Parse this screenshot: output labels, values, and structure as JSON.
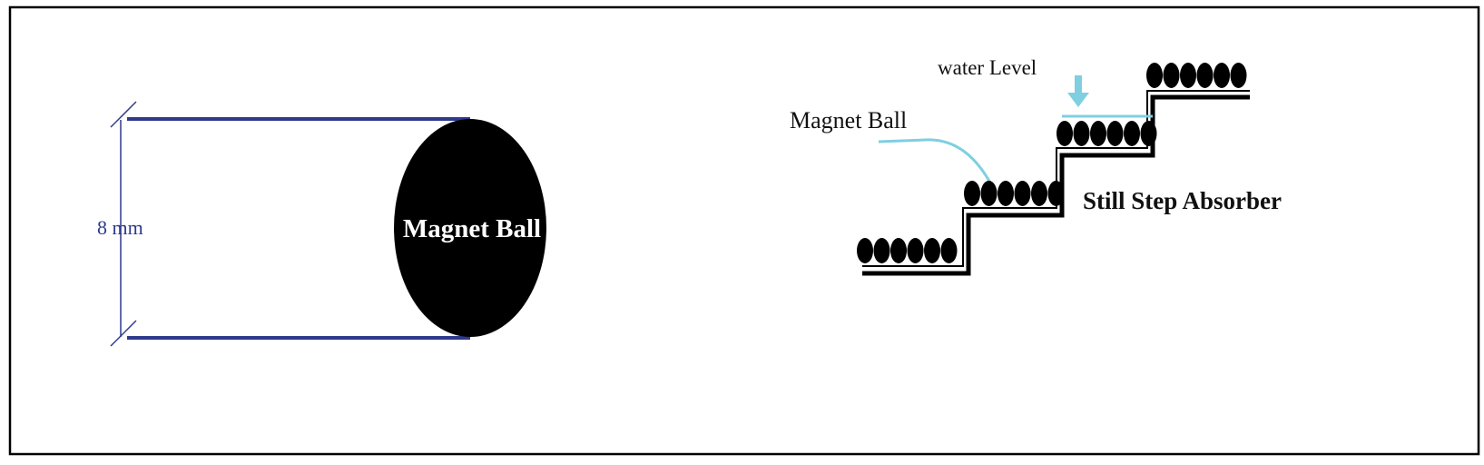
{
  "colors": {
    "dimension_line": "#2e3a8c",
    "ball": "#000000",
    "ball_text": "#ffffff",
    "water": "#7fcfe0",
    "step": "#000000",
    "label": "#111111"
  },
  "left_figure": {
    "dimension_label": "8 mm",
    "ball_label": "Magnet Ball"
  },
  "right_figure": {
    "water_level_label": "water Level",
    "magnet_ball_label": "Magnet Ball",
    "absorber_label": "Still Step Absorber",
    "balls_per_step": 6,
    "step_count": 4
  }
}
